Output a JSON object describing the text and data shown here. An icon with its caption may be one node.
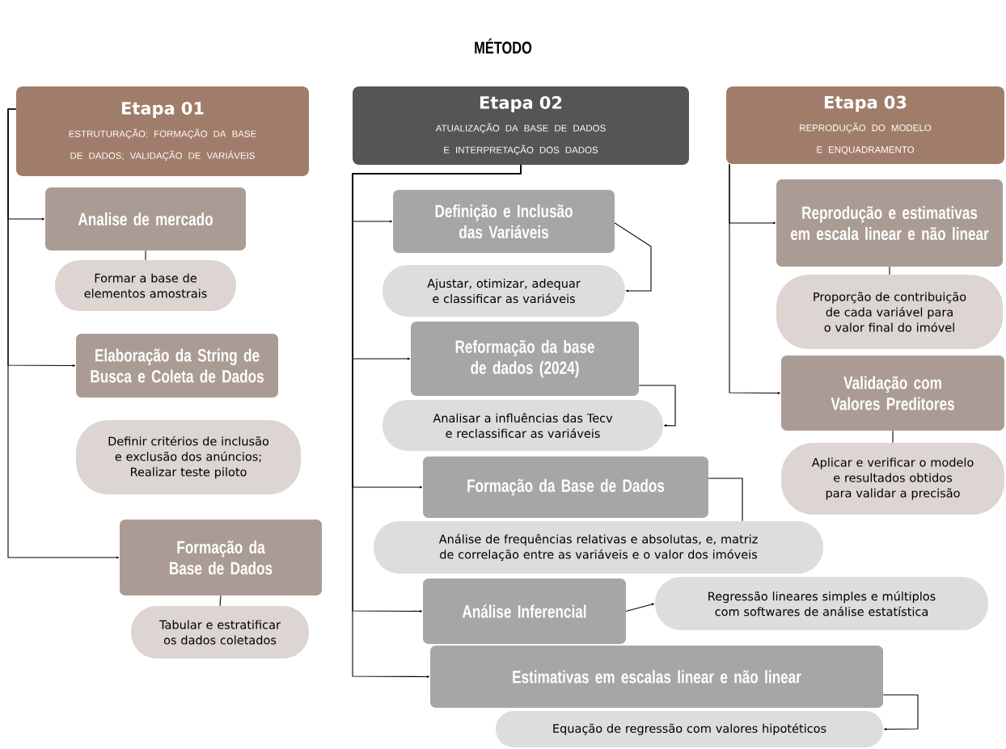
{
  "diagram": {
    "title": "MÉTODO",
    "nodes": [
      {
        "text": [
          "Etapa 01",
          "ESTRUTURAÇÃO: FORMAÇÃO DA BASE DE DADOS; VALIDAÇÃO DE VARIÁVEIS"
        ]
      },
      {
        "text": [
          "Analise de mercado"
        ]
      },
      {
        "text": [
          "Formar a base de elementos amostrais"
        ]
      },
      {
        "text": [
          "Elaboração da String de Busca e Coleta de Dados"
        ]
      },
      {
        "text": [
          "Definir critérios de inclusão e exclusão dos anúncios; Realizar teste piloto"
        ]
      },
      {
        "text": [
          "Formação da Base de Dados"
        ]
      },
      {
        "text": [
          "Tabular e estratificar os dados coletados"
        ]
      },
      {
        "text": [
          "Etapa 02",
          "ATUALIZAÇÃO DA BASE DE DADOS E INTERPRETAÇÃO DOS DADOS"
        ]
      },
      {
        "text": [
          "Definição e Inclusão das Variáveis"
        ]
      },
      {
        "text": [
          "Ajustar, otimizar, adequar e classificar as variáveis"
        ]
      },
      {
        "text": [
          "Reformação da base de dados (2024)"
        ]
      },
      {
        "text": [
          "Analisar a influências das Tecv e reclassificar as variáveis"
        ]
      },
      {
        "text": [
          "Formação da Base de Dados"
        ]
      },
      {
        "text": [
          "Análise de frequências relativas e absolutas, e, matriz de correlação entre as variáveis e o valor dos imóveis"
        ]
      },
      {
        "text": [
          "Análise Inferencial"
        ]
      },
      {
        "text": [
          "Regressão lineares simples e múltiplos com softwares de análise estatística"
        ]
      },
      {
        "text": [
          "Estimativas em escalas linear e não linear"
        ]
      },
      {
        "text": [
          "Equação de regressão com valores hipotéticos"
        ]
      },
      {
        "text": [
          "Etapa 03",
          "REPRODUÇÃO DO MODELO E ENQUADRAMENTO"
        ]
      },
      {
        "text": [
          "Reprodução e estimativas em escala linear e não linear"
        ]
      },
      {
        "text": [
          "Proporção de contribuição de cada variável para o valor final do imóvel"
        ]
      },
      {
        "text": [
          "Validação com Valores Preditores"
        ]
      },
      {
        "text": [
          "Aplicar e verificar o modelo e resultados obtidos para validar a precisão"
        ]
      }
    ],
    "edges": [
      {
        "from": 0,
        "to": 1,
        "arrow": "to"
      },
      {
        "from": 0,
        "to": 3,
        "arrow": "to"
      },
      {
        "from": 0,
        "to": 5,
        "arrow": "to"
      },
      {
        "from": 1,
        "to": 2,
        "arrow": "none"
      },
      {
        "from": 5,
        "to": 6,
        "arrow": "none"
      },
      {
        "from": 7,
        "to": 8,
        "arrow": "to"
      },
      {
        "from": 7,
        "to": 10,
        "arrow": "to"
      },
      {
        "from": 7,
        "to": 12,
        "arrow": "to"
      },
      {
        "from": 7,
        "to": 14,
        "arrow": "to"
      },
      {
        "from": 7,
        "to": 16,
        "arrow": "to"
      },
      {
        "from": 8,
        "to": 9,
        "arrow": "to"
      },
      {
        "from": 10,
        "to": 11,
        "arrow": "to"
      },
      {
        "from": 12,
        "to": 13,
        "arrow": "none"
      },
      {
        "from": 14,
        "to": 15,
        "arrow": "to"
      },
      {
        "from": 16,
        "to": 17,
        "arrow": "to"
      },
      {
        "from": 18,
        "to": 19,
        "arrow": "to"
      },
      {
        "from": 18,
        "to": 21,
        "arrow": "to"
      },
      {
        "from": 19,
        "to": 20,
        "arrow": "none"
      },
      {
        "from": 21,
        "to": 22,
        "arrow": "none"
      }
    ]
  }
}
